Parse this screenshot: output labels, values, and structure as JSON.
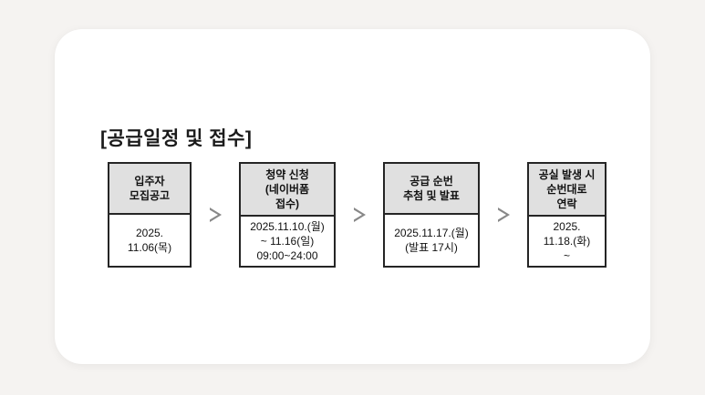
{
  "page": {
    "background_color": "#f5f3f1",
    "card_color": "#ffffff"
  },
  "section": {
    "title": "[공급일정  및  접수]"
  },
  "flow": {
    "arrow_icon": "triangle-right-outline-icon",
    "arrow_glyph": "▷",
    "header_color": "#e0e0e0",
    "border_color": "#252525",
    "steps": [
      {
        "header": "입주자\n모집공고",
        "body": "2025.\n11.06(목)"
      },
      {
        "header": "청약  신청\n(네이버폼\n접수)",
        "body": "2025.11.10.(월)\n~  11.16(일)\n09:00~24:00"
      },
      {
        "header": "공급  순번\n추첨  및  발표",
        "body": "2025.11.17.(월)\n(발표  17시)"
      },
      {
        "header": "공실  발생  시\n순번대로\n연락",
        "body": "2025.\n11.18.(화)\n~"
      }
    ]
  }
}
